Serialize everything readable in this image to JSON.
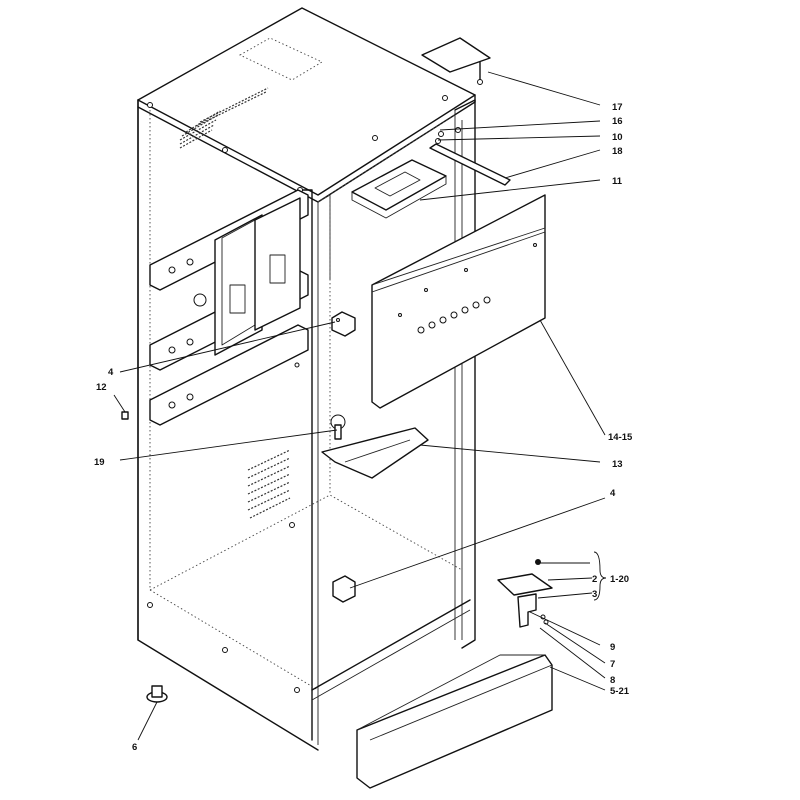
{
  "diagram": {
    "callouts": [
      {
        "id": "c17",
        "text": "17"
      },
      {
        "id": "c16",
        "text": "16"
      },
      {
        "id": "c10",
        "text": "10"
      },
      {
        "id": "c18",
        "text": "18"
      },
      {
        "id": "c11",
        "text": "11"
      },
      {
        "id": "c4a",
        "text": "4"
      },
      {
        "id": "c12",
        "text": "12"
      },
      {
        "id": "c19",
        "text": "19"
      },
      {
        "id": "c1415",
        "text": "14-15"
      },
      {
        "id": "c13",
        "text": "13"
      },
      {
        "id": "c4b",
        "text": "4"
      },
      {
        "id": "c2",
        "text": "2"
      },
      {
        "id": "c120",
        "text": "1-20"
      },
      {
        "id": "c3",
        "text": "3"
      },
      {
        "id": "c9",
        "text": "9"
      },
      {
        "id": "c7",
        "text": "7"
      },
      {
        "id": "c8",
        "text": "8"
      },
      {
        "id": "c521",
        "text": "5-21"
      },
      {
        "id": "c6",
        "text": "6"
      }
    ]
  }
}
